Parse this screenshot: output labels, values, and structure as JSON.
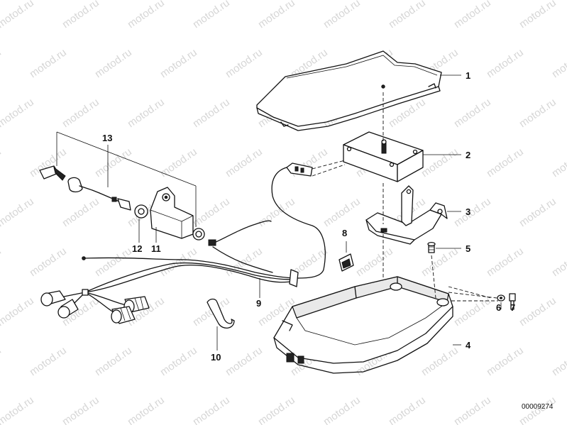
{
  "watermark": "motod.ru",
  "reference_number": "00009274",
  "callouts": {
    "c1": "1",
    "c2": "2",
    "c3": "3",
    "c4": "4",
    "c5": "5",
    "c6": "6",
    "c7": "7",
    "c8": "8",
    "c9": "9",
    "c10": "10",
    "c11": "11",
    "c12": "12",
    "c13": "13"
  }
}
